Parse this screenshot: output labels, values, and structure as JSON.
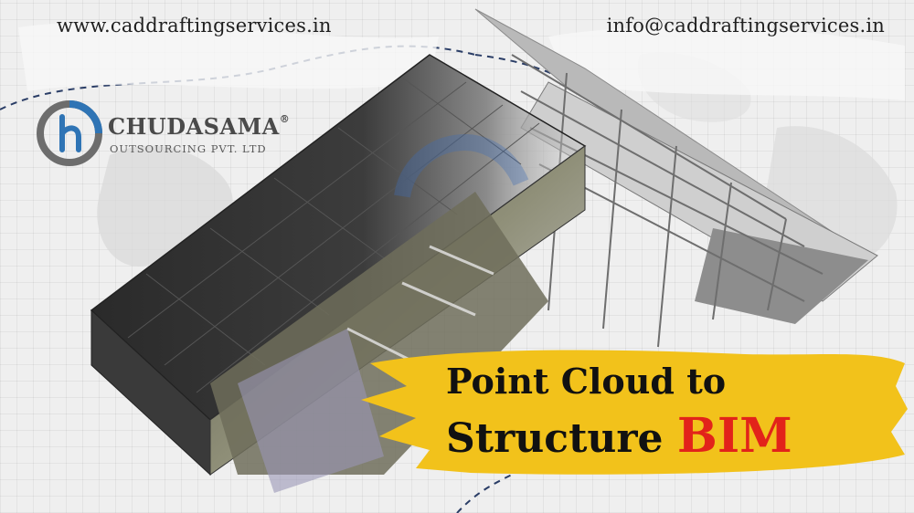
{
  "header": {
    "website": "www.caddraftingservices.in",
    "email": "info@caddraftingservices.in"
  },
  "logo": {
    "name": "CHUDASAMA",
    "trademark": "®",
    "subtitle": "OUTSOURCING PVT. LTD"
  },
  "headline": {
    "line1": "Point Cloud to",
    "line2_main": "Structure",
    "line2_accent": "BIM"
  },
  "colors": {
    "accent_red": "#e2231a",
    "banner_yellow": "#f2c21b",
    "logo_blue": "#2f74b5",
    "text_dark": "#111111"
  }
}
